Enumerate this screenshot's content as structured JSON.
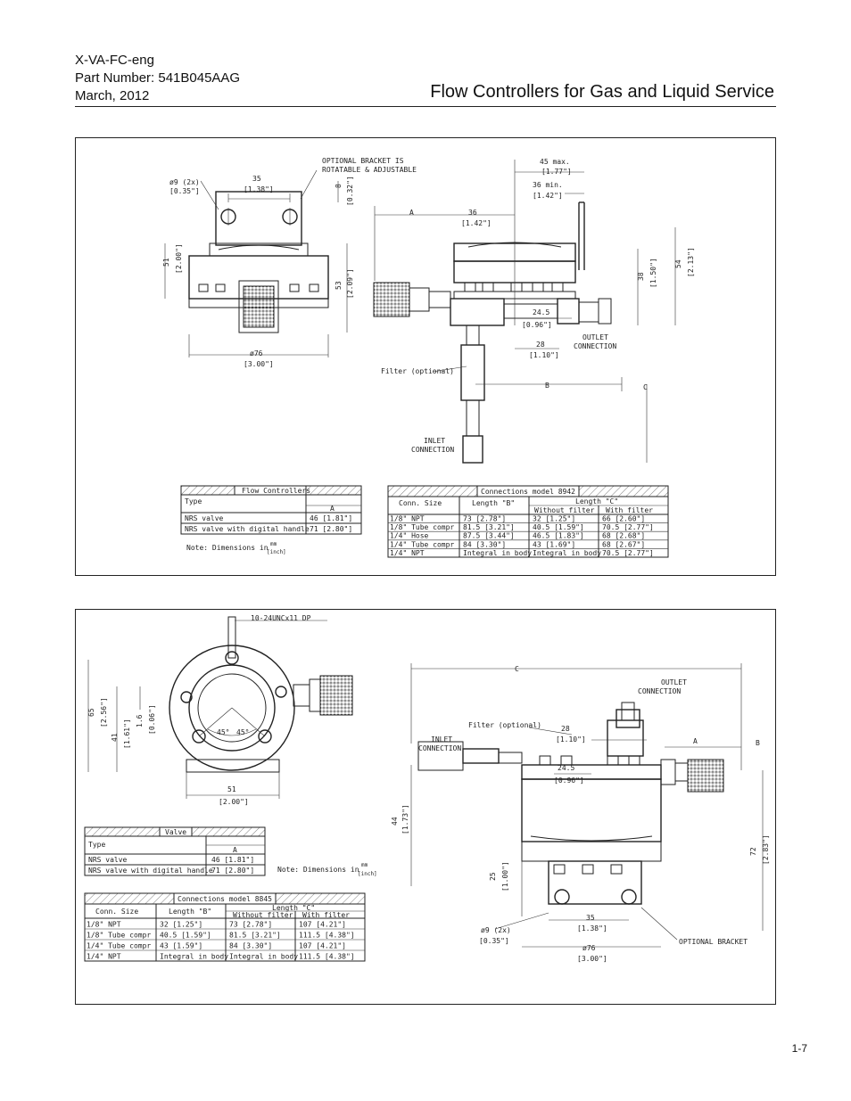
{
  "header": {
    "doc_id": "X-VA-FC-eng",
    "part_number": "Part Number: 541B045AAG",
    "date": "March, 2012",
    "title": "Flow Controllers for Gas and Liquid Service"
  },
  "page_number": "1-7",
  "panel1": {
    "labels": {
      "bracket_note1": "OPTIONAL BRACKET IS",
      "bracket_note2": "ROTATABLE & ADJUSTABLE",
      "hole": "ø9 (2x)",
      "hole_in": "[0.35\"]",
      "d35": "35",
      "d35_in": "[1.38\"]",
      "d8": "8",
      "d8_in": "[0.32\"]",
      "d51": "51",
      "d51_in": "[2.00\"]",
      "d53": "53",
      "d53_in": "[2.09\"]",
      "d76": "ø76",
      "d76_in": "[3.00\"]",
      "d45": "45 max.",
      "d45_in": "[1.77\"]",
      "d36min": "36 min.",
      "d36min_in": "[1.42\"]",
      "dimA": "A",
      "d36": "36",
      "d36_in": "[1.42\"]",
      "d38": "38",
      "d38_in": "[1.50\"]",
      "d54": "54",
      "d54_in": "[2.13\"]",
      "d245": "24.5",
      "d245_in": "[0.96\"]",
      "d28": "28",
      "d28_in": "[1.10\"]",
      "outlet1": "OUTLET",
      "outlet2": "CONNECTION",
      "filter": "Filter (optional)",
      "dimB": "B",
      "dimC": "C",
      "inlet1": "INLET",
      "inlet2": "CONNECTION"
    },
    "table_fc": {
      "title": "Flow Controllers",
      "col_type": "Type",
      "col_a": "A",
      "rows": [
        {
          "type": "NRS valve",
          "a": "46 [1.81\"]"
        },
        {
          "type": "NRS valve with digital handle",
          "a": "71 [2.80\"]"
        }
      ]
    },
    "note": "Note: Dimensions in",
    "note_mm": "mm",
    "note_inch": "[inch]",
    "table_conn": {
      "title": "Connections model 8942",
      "col_size": "Conn. Size",
      "col_b": "Length \"B\"",
      "col_c": "Length \"C\"",
      "col_without": "Without filter",
      "col_with": "With filter",
      "rows": [
        {
          "size": "1/8\" NPT",
          "b": "73 [2.78\"]",
          "without": "32 [1.25\"]",
          "with": "66 [2.60\"]"
        },
        {
          "size": "1/8\" Tube compr",
          "b": "81.5 [3.21\"]",
          "without": "40.5 [1.59\"]",
          "with": "70.5 [2.77\"]"
        },
        {
          "size": "1/4\" Hose",
          "b": "87.5 [3.44\"]",
          "without": "46.5 [1.83\"]",
          "with": "68 [2.68\"]"
        },
        {
          "size": "1/4\" Tube compr",
          "b": "84 [3.30\"]",
          "without": "43 [1.69\"]",
          "with": "68 [2.67\"]"
        },
        {
          "size": "1/4\" NPT",
          "b": "Integral in body",
          "without": "Integral in body",
          "with": "70.5 [2.77\"]"
        }
      ]
    }
  },
  "panel2": {
    "labels": {
      "thread": "10-24UNCx11 DP",
      "d65": "65",
      "d65_in": "[2.56\"]",
      "d41": "41",
      "d41_in": "[1.61\"]",
      "d16": "1.6",
      "d16_in": "[0.06\"]",
      "a45a": "45°",
      "a45b": "45°",
      "d51": "51",
      "d51_in": "[2.00\"]",
      "dimC": "C",
      "outlet1": "OUTLET",
      "outlet2": "CONNECTION",
      "filter": "Filter (optional)",
      "d28": "28",
      "d28_in": "[1.10\"]",
      "inlet1": "INLET",
      "inlet2": "CONNECTION",
      "dimA": "A",
      "dimB": "B",
      "d245": "24.5",
      "d245_in": "[0.96\"]",
      "d44": "44",
      "d44_in": "[1.73\"]",
      "d72": "72",
      "d72_in": "[2.83\"]",
      "d25": "25",
      "d25_in": "[1.00\"]",
      "hole": "ø9 (2x)",
      "hole_in": "[0.35\"]",
      "d35": "35",
      "d35_in": "[1.38\"]",
      "d76": "ø76",
      "d76_in": "[3.00\"]",
      "bracket": "OPTIONAL BRACKET"
    },
    "table_valve": {
      "title": "Valve",
      "col_type": "Type",
      "col_a": "A",
      "rows": [
        {
          "type": "NRS valve",
          "a": "46 [1.81\"]"
        },
        {
          "type": "NRS valve with digital handle",
          "a": "71 [2.80\"]"
        }
      ]
    },
    "note": "Note: Dimensions in",
    "note_mm": "mm",
    "note_inch": "[inch]",
    "table_conn": {
      "title": "Connections model 8845",
      "col_size": "Conn. Size",
      "col_b": "Length \"B\"",
      "col_c": "Length \"C\"",
      "col_without": "Without filter",
      "col_with": "With filter",
      "rows": [
        {
          "size": "1/8\" NPT",
          "b": "32 [1.25\"]",
          "without": "73 [2.78\"]",
          "with": "107 [4.21\"]"
        },
        {
          "size": "1/8\" Tube compr",
          "b": "40.5 [1.59\"]",
          "without": "81.5 [3.21\"]",
          "with": "111.5 [4.38\"]"
        },
        {
          "size": "1/4\" Tube compr",
          "b": "43 [1.59\"]",
          "without": "84 [3.30\"]",
          "with": "107 [4.21\"]"
        },
        {
          "size": "1/4\" NPT",
          "b": "Integral in body",
          "without": "Integral in body",
          "with": "111.5 [4.38\"]"
        }
      ]
    }
  }
}
